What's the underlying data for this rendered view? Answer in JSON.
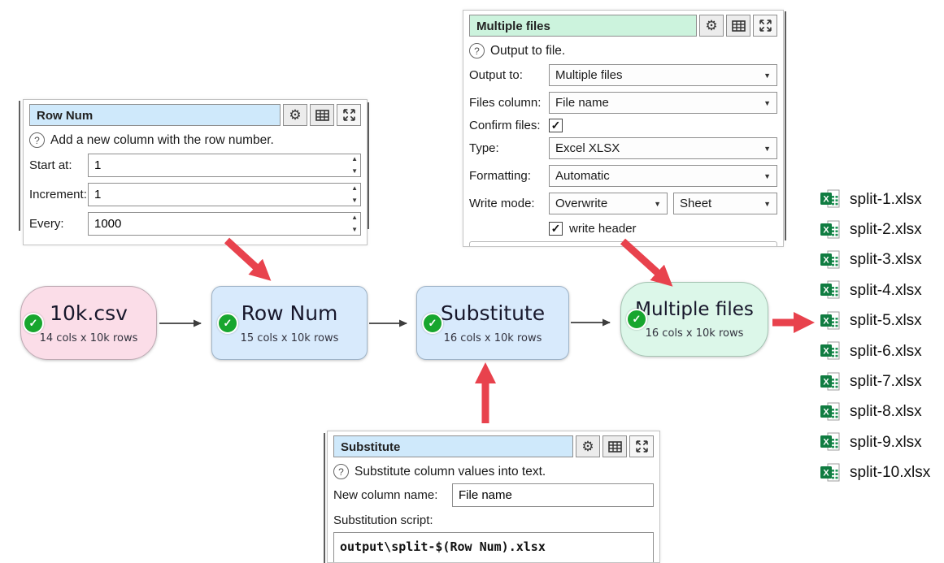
{
  "icons": {
    "help": "?",
    "checkmark": "✓",
    "dropdown_arrow": "▼",
    "spinner_up": "▲",
    "spinner_down": "▼",
    "gear": "⚙",
    "excel_x": "X"
  },
  "colors": {
    "header_blue": "#cfe9fb",
    "header_green": "#ccf3dd",
    "node_pink": "#fbdde8",
    "node_blue": "#d8eafc",
    "node_green": "#dcf7e9",
    "arrow_red": "#e8424d",
    "check_green": "#17a62e",
    "excel_green": "#107c41",
    "connector_gray": "#3d3d3d"
  },
  "panels": {
    "row_num": {
      "title": "Row Num",
      "help": "Add a new column with the row number.",
      "fields": [
        {
          "label": "Start at:",
          "value": "1"
        },
        {
          "label": "Increment:",
          "value": "1"
        },
        {
          "label": "Every:",
          "value": "1000"
        }
      ]
    },
    "multiple_files": {
      "title": "Multiple files",
      "help": "Output to file.",
      "output_to": {
        "label": "Output to:",
        "value": "Multiple files"
      },
      "files_column": {
        "label": "Files column:",
        "value": "File name"
      },
      "confirm_files": {
        "label": "Confirm files:",
        "checked": true
      },
      "type": {
        "label": "Type:",
        "value": "Excel XLSX"
      },
      "formatting": {
        "label": "Formatting:",
        "value": "Automatic"
      },
      "write_mode": {
        "label": "Write mode:",
        "value": "Overwrite",
        "sheet_value": "Sheet"
      },
      "write_header": {
        "label": "write header",
        "checked": true
      }
    },
    "substitute": {
      "title": "Substitute",
      "help": "Substitute column values into text.",
      "new_column": {
        "label": "New column name:",
        "value": "File name"
      },
      "script_label": "Substitution script:",
      "script": "output\\split-$(Row Num).xlsx"
    }
  },
  "nodes": [
    {
      "title": "10k.csv",
      "subtitle": "14 cols x 10k rows"
    },
    {
      "title": "Row Num",
      "subtitle": "15 cols x 10k rows"
    },
    {
      "title": "Substitute",
      "subtitle": "16 cols x 10k rows"
    },
    {
      "title": "Multiple files",
      "subtitle": "16 cols x 10k rows"
    }
  ],
  "files": [
    "split-1.xlsx",
    "split-2.xlsx",
    "split-3.xlsx",
    "split-4.xlsx",
    "split-5.xlsx",
    "split-6.xlsx",
    "split-7.xlsx",
    "split-8.xlsx",
    "split-9.xlsx",
    "split-10.xlsx"
  ]
}
